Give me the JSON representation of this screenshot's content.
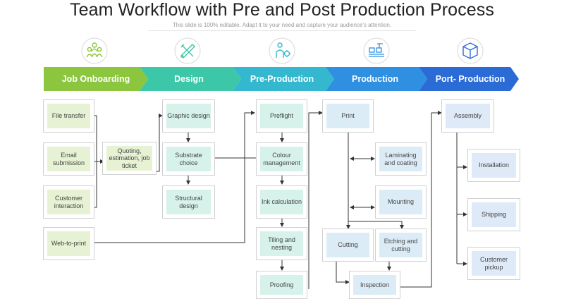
{
  "header": {
    "title": "Team Workflow with Pre and Post Production Process",
    "subtitle": "This slide is 100% editable. Adapt it to your need and capture your audience's attention."
  },
  "icons": [
    "team-icon",
    "design-tools-icon",
    "worker-gear-icon",
    "production-line-icon",
    "package-box-icon"
  ],
  "colors": {
    "green": "#8cc63f",
    "teal": "#3cc8a8",
    "cyan": "#33b8cf",
    "blue": "#2f8fe0",
    "darkblue": "#2b6bd6"
  },
  "phases": [
    {
      "label": "Job Onboarding"
    },
    {
      "label": "Design"
    },
    {
      "label": "Pre-Production"
    },
    {
      "label": "Production"
    },
    {
      "label": "Port- Production"
    }
  ],
  "onboarding": {
    "file_transfer": "File transfer",
    "email_submission": "Email submission",
    "customer_interaction": "Customer interaction",
    "web_to_print": "Web-to-print",
    "quoting": "Quoting, estimation, job ticket"
  },
  "design": {
    "graphic": "Graphic design",
    "substrate": "Substrate choice",
    "structural": "Structural design"
  },
  "preproduction": {
    "preflight": "Preflight",
    "colour": "Colour management",
    "ink": "Ink calculation",
    "tiling": "Tiling and nesting",
    "proofing": "Proofing"
  },
  "production": {
    "print": "Print",
    "laminating": "Laminating and coating",
    "mounting": "Mounting",
    "cutting": "Cutting",
    "etching": "Etching and cutting",
    "inspection": "Inspection"
  },
  "postproduction": {
    "assembly": "Assembly",
    "installation": "Installation",
    "shipping": "Shipping",
    "pickup": "Customer pickup"
  }
}
